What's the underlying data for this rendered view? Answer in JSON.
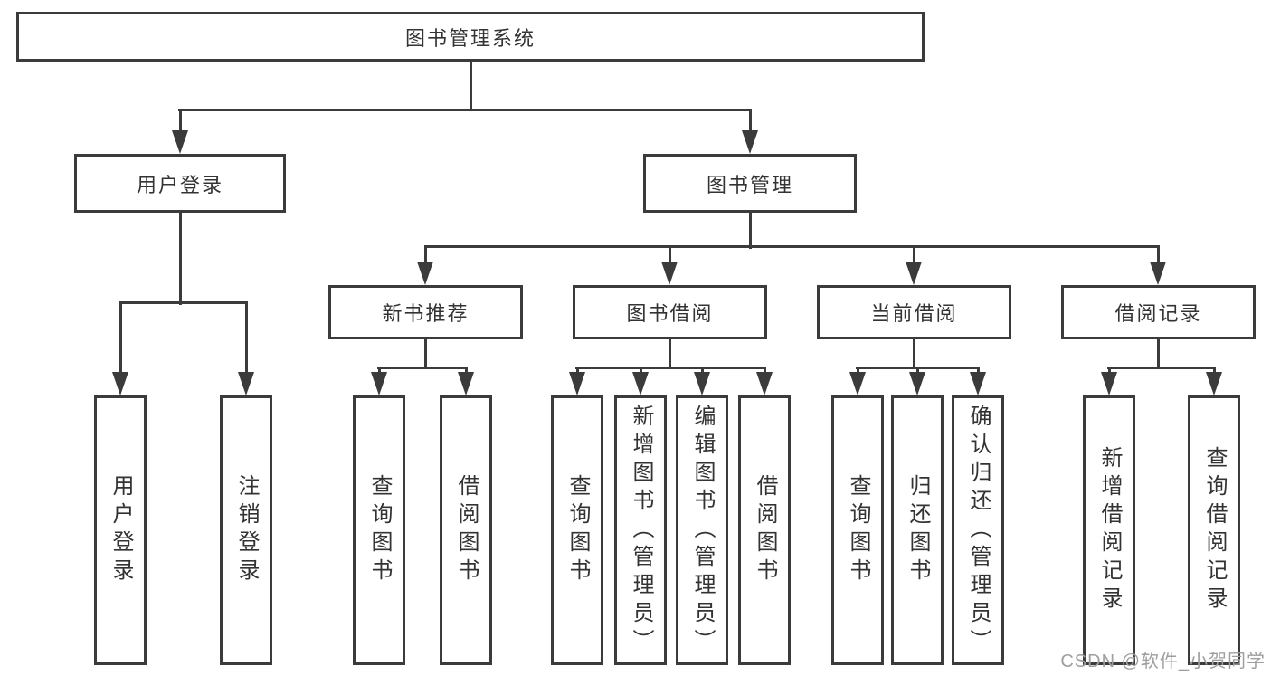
{
  "nodes": {
    "root": "图书管理系统",
    "level2": [
      "用户登录",
      "图书管理"
    ],
    "level3": [
      "新书推荐",
      "图书借阅",
      "当前借阅",
      "借阅记录"
    ],
    "leaves_user_login": [
      "用户登录",
      "注销登录"
    ],
    "leaves_new_book": [
      "查询图书",
      "借阅图书"
    ],
    "leaves_book_borrow": [
      "查询图书",
      "新增图书（管理员）",
      "编辑图书（管理员）",
      "借阅图书"
    ],
    "leaves_current_borrow": [
      "查询图书",
      "归还图书",
      "确认归还（管理员）"
    ],
    "leaves_borrow_record": [
      "新增借阅记录",
      "查询借阅记录"
    ]
  },
  "watermark": "CSDN @软件_小贺同学",
  "colors": {
    "line": "#3b3b3b",
    "text": "#333333",
    "watermark": "#9e9e9e",
    "background": "#ffffff"
  }
}
